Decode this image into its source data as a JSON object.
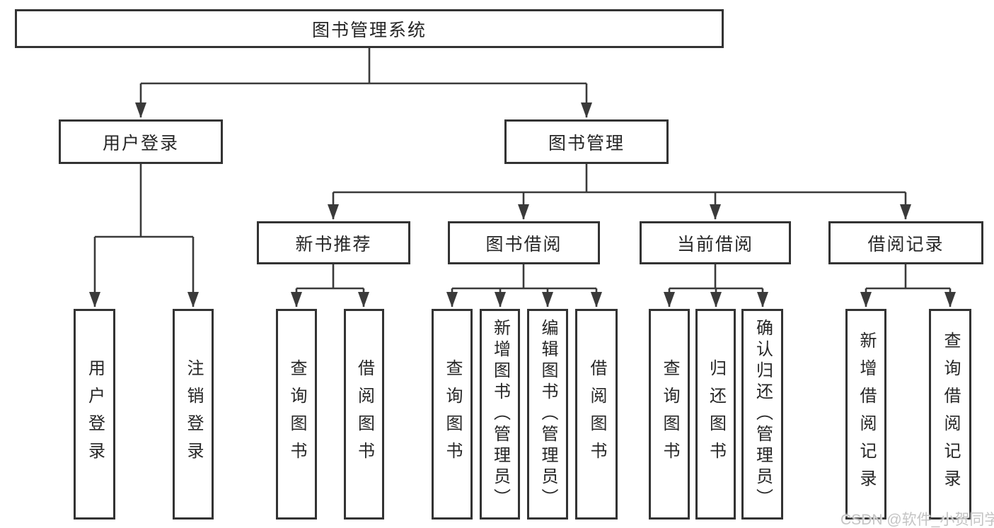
{
  "tree": {
    "root": "图书管理系统",
    "user_login": {
      "label": "用户登录",
      "children": [
        "用户登录",
        "注销登录"
      ]
    },
    "book_management": {
      "label": "图书管理",
      "modules": [
        {
          "label": "新书推荐",
          "children": [
            "查询图书",
            "借阅图书"
          ]
        },
        {
          "label": "图书借阅",
          "children": [
            "查询图书",
            "新增图书（管理员）",
            "编辑图书（管理员）",
            "借阅图书"
          ]
        },
        {
          "label": "当前借阅",
          "children": [
            "查询图书",
            "归还图书",
            "确认归还（管理员）"
          ]
        },
        {
          "label": "借阅记录",
          "children": [
            "新增借阅记录",
            "查询借阅记录"
          ]
        }
      ]
    }
  },
  "watermark": {
    "text": "CSDN @软件_小贺同学"
  },
  "colors": {
    "line": "#3a3a3a",
    "box_border": "#333333",
    "text": "#262626",
    "watermark": "#c4c4c4",
    "background": "#ffffff"
  }
}
